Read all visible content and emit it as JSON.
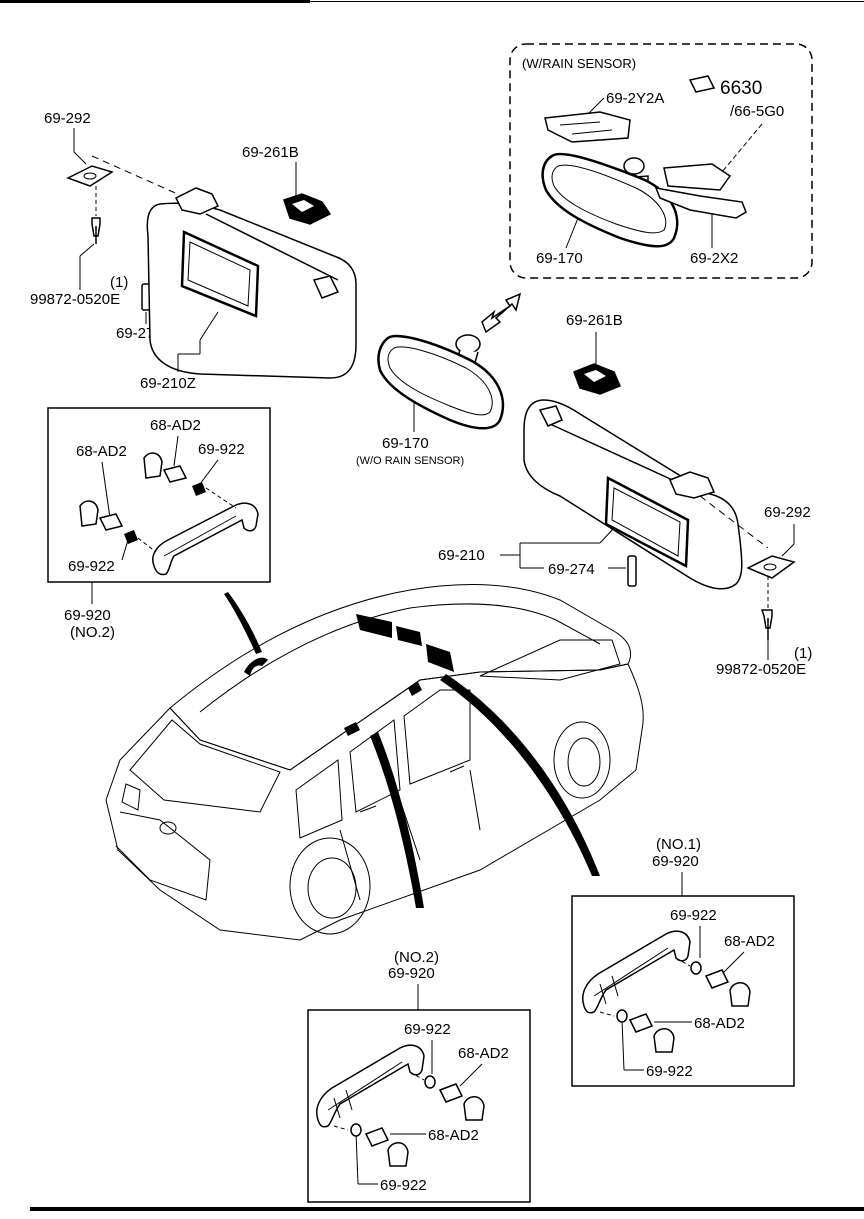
{
  "diagram": {
    "rain_sensor_box": {
      "title": "(W/RAIN SENSOR)",
      "part_cover_upper": "69-2Y2A",
      "part_sensor": "6630",
      "part_sensor_alt": "/66-5G0",
      "part_mirror": "69-170",
      "part_cover_lower": "69-2X2"
    },
    "left_visor": {
      "part_holder": "69-292",
      "part_clip": "69-261B",
      "part_screw_qty": "(1)",
      "part_screw": "99872-0520E",
      "part_pin": "69-274",
      "part_visor": "69-210Z"
    },
    "center_mirror": {
      "part_mirror": "69-170",
      "note": "(W/O RAIN SENSOR)"
    },
    "right_visor": {
      "part_clip": "69-261B",
      "part_holder": "69-292",
      "part_visor": "69-210",
      "part_pin": "69-274",
      "part_screw_qty": "(1)",
      "part_screw": "99872-0520E"
    },
    "grip_upper_left": {
      "part_cap_a": "68-AD2",
      "part_cap_b": "68-AD2",
      "part_clip_a": "69-922",
      "part_clip_b": "69-922",
      "part_grip": "69-920",
      "qualifier": "(NO.2)"
    },
    "grip_lower_right": {
      "qualifier": "(NO.1)",
      "part_grip": "69-920",
      "part_clip_a": "69-922",
      "part_cap_a": "68-AD2",
      "part_cap_b": "68-AD2",
      "part_clip_b": "69-922"
    },
    "grip_lower_center": {
      "qualifier": "(NO.2)",
      "part_grip": "69-920",
      "part_clip_a": "69-922",
      "part_cap_a": "68-AD2",
      "part_cap_b": "68-AD2",
      "part_clip_b": "69-922"
    }
  }
}
